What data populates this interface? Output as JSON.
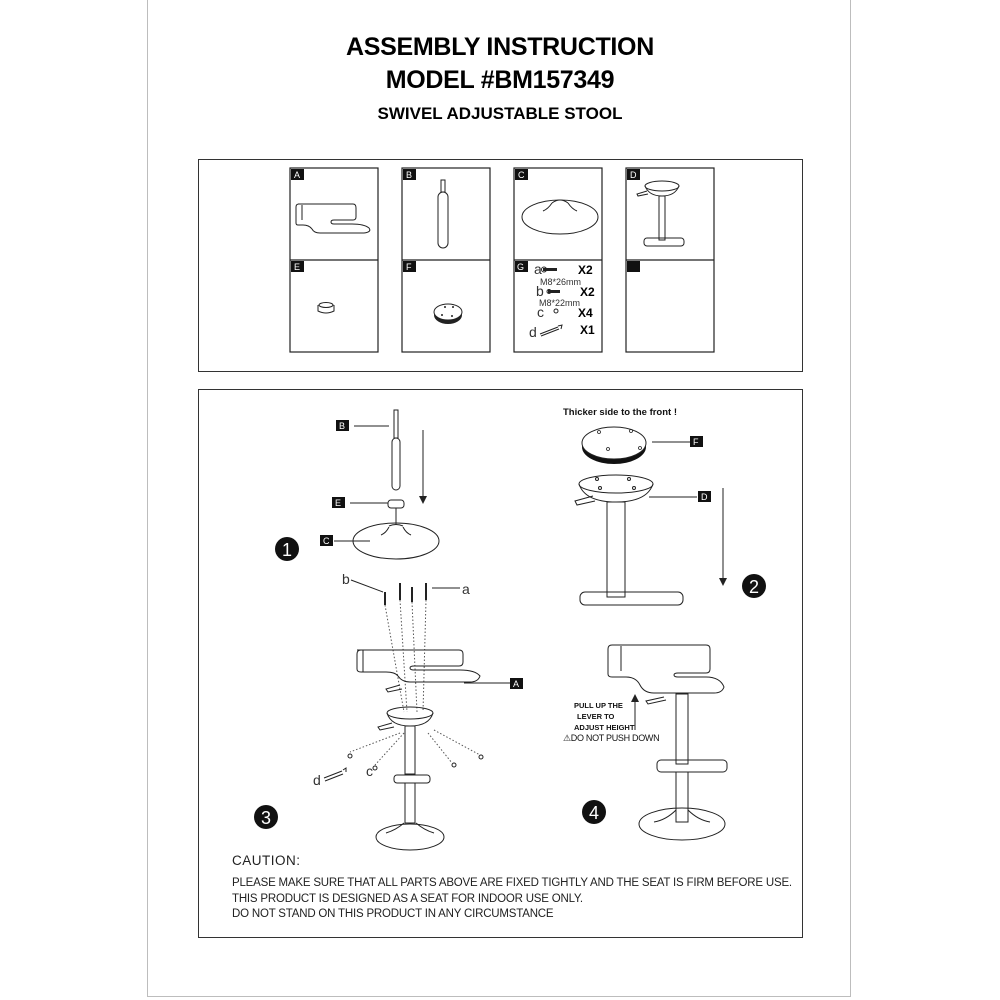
{
  "header": {
    "title": "ASSEMBLY INSTRUCTION",
    "model": "MODEL #BM157349",
    "product": "SWIVEL ADJUSTABLE STOOL"
  },
  "parts": [
    {
      "label": "A",
      "name": "Seat with backrest"
    },
    {
      "label": "B",
      "name": "Gas cylinder"
    },
    {
      "label": "C",
      "name": "Base"
    },
    {
      "label": "D",
      "name": "Column with footrest and seat plate"
    },
    {
      "label": "E",
      "name": "Cylinder cover"
    },
    {
      "label": "F",
      "name": "Mounting plate"
    },
    {
      "label": "G",
      "name": "Hardware"
    },
    {
      "label": "",
      "name": "Empty"
    }
  ],
  "hardware": [
    {
      "letter": "a",
      "qty": "X2",
      "size": "M8*26mm"
    },
    {
      "letter": "b",
      "qty": "X2",
      "size": "M8*22mm"
    },
    {
      "letter": "c",
      "qty": "X4",
      "size": ""
    },
    {
      "letter": "d",
      "qty": "X1",
      "size": ""
    }
  ],
  "steps": {
    "step1": {
      "number": "1",
      "labels": [
        "B",
        "E",
        "C"
      ]
    },
    "step2": {
      "number": "2",
      "note": "Thicker side to the  front !",
      "labels": [
        "F",
        "D"
      ]
    },
    "step3": {
      "number": "3",
      "labels": [
        "A",
        "a",
        "b",
        "c",
        "d"
      ]
    },
    "step4": {
      "number": "4",
      "lever_note_lines": [
        "PULL UP THE",
        "LEVER TO",
        "ADJUST HEIGHT"
      ],
      "warning": "DO NOT PUSH DOWN",
      "warning_icon": "warning-triangle-icon"
    }
  },
  "caution": {
    "heading": "CAUTION:",
    "lines": [
      "PLEASE MAKE SURE THAT ALL PARTS ABOVE ARE FIXED TIGHTLY  AND THE SEAT IS FIRM BEFORE USE.",
      "THIS PRODUCT IS DESIGNED AS A SEAT FOR INDOOR USE ONLY.",
      "DO NOT STAND ON THIS PRODUCT IN ANY CIRCUMSTANCE"
    ]
  }
}
